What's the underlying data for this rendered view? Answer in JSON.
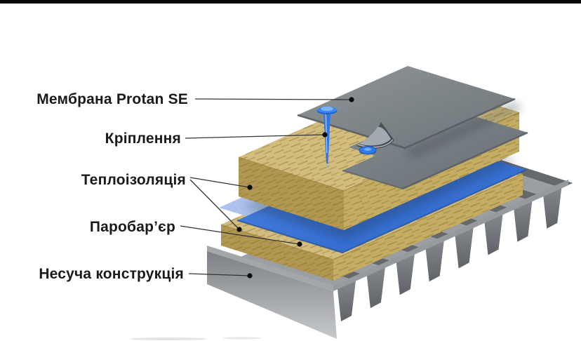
{
  "diagram": {
    "type": "roof-system-exploded-diagram",
    "labels": {
      "membrane": "Мембрана Protan SE",
      "fastening": "Кріплення",
      "insulation": "Теплоізоляція",
      "vapor_barrier": "Паробар’єр",
      "structure": "Несуча конструкція"
    },
    "colors": {
      "membrane_gray": "#7e858a",
      "insulation_yellow": "#c9b167",
      "vapor_barrier_blue": "#3b78dc",
      "deck_gray": "#8b8e92",
      "fastener_blue": "#2f7ce8",
      "label_text": "#1a1a1a",
      "leader_line": "#333333",
      "background": "#ffffff"
    }
  }
}
